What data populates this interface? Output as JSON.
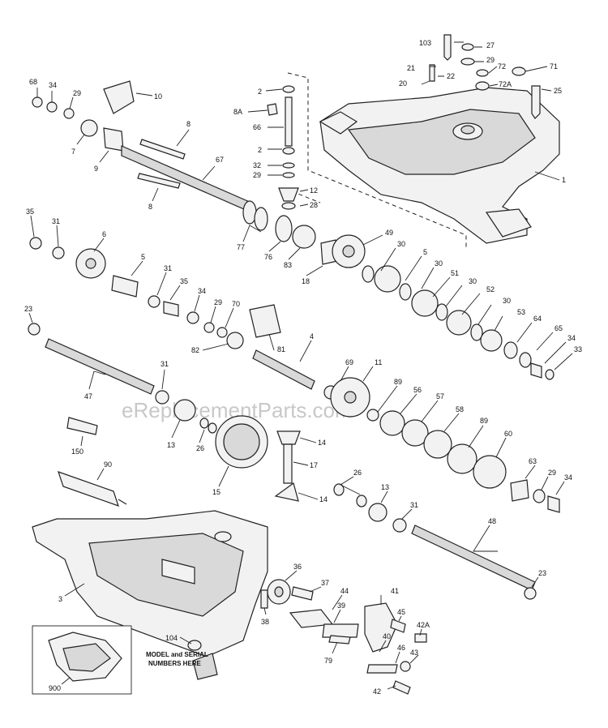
{
  "watermark": "eReplacementParts.com",
  "note_line1": "MODEL and SERIAL",
  "note_line2": "NUMBERS HERE",
  "callouts": [
    {
      "id": "c103",
      "text": "103"
    },
    {
      "id": "c27",
      "text": "27"
    },
    {
      "id": "c29a",
      "text": "29"
    },
    {
      "id": "c72",
      "text": "72"
    },
    {
      "id": "c71",
      "text": "71"
    },
    {
      "id": "c21",
      "text": "21"
    },
    {
      "id": "c22",
      "text": "22"
    },
    {
      "id": "c20",
      "text": "20"
    },
    {
      "id": "c72a",
      "text": "72A"
    },
    {
      "id": "c25",
      "text": "25"
    },
    {
      "id": "c1",
      "text": "1"
    },
    {
      "id": "c68",
      "text": "68"
    },
    {
      "id": "c34a",
      "text": "34"
    },
    {
      "id": "c29b",
      "text": "29"
    },
    {
      "id": "c10",
      "text": "10"
    },
    {
      "id": "c7",
      "text": "7"
    },
    {
      "id": "c9",
      "text": "9"
    },
    {
      "id": "c8a",
      "text": "8"
    },
    {
      "id": "c8b",
      "text": "8"
    },
    {
      "id": "c67",
      "text": "67"
    },
    {
      "id": "c2a",
      "text": "2"
    },
    {
      "id": "c8A",
      "text": "8A"
    },
    {
      "id": "c66",
      "text": "66"
    },
    {
      "id": "c2b",
      "text": "2"
    },
    {
      "id": "c32",
      "text": "32"
    },
    {
      "id": "c29c",
      "text": "29"
    },
    {
      "id": "c12",
      "text": "12"
    },
    {
      "id": "c28",
      "text": "28"
    },
    {
      "id": "c77",
      "text": "77"
    },
    {
      "id": "c76",
      "text": "76"
    },
    {
      "id": "c83a",
      "text": "83"
    },
    {
      "id": "c18",
      "text": "18"
    },
    {
      "id": "c49",
      "text": "49"
    },
    {
      "id": "c35a",
      "text": "35"
    },
    {
      "id": "c31a",
      "text": "31"
    },
    {
      "id": "c6",
      "text": "6"
    },
    {
      "id": "c5a",
      "text": "5"
    },
    {
      "id": "c31b",
      "text": "31"
    },
    {
      "id": "c35b",
      "text": "35"
    },
    {
      "id": "c34b",
      "text": "34"
    },
    {
      "id": "c29d",
      "text": "29"
    },
    {
      "id": "c70",
      "text": "70"
    },
    {
      "id": "c30a",
      "text": "30"
    },
    {
      "id": "c5b",
      "text": "5"
    },
    {
      "id": "c30b",
      "text": "30"
    },
    {
      "id": "c51",
      "text": "51"
    },
    {
      "id": "c30c",
      "text": "30"
    },
    {
      "id": "c52",
      "text": "52"
    },
    {
      "id": "c30d",
      "text": "30"
    },
    {
      "id": "c53",
      "text": "53"
    },
    {
      "id": "c64",
      "text": "64"
    },
    {
      "id": "c65",
      "text": "65"
    },
    {
      "id": "c34c",
      "text": "34"
    },
    {
      "id": "c33",
      "text": "33"
    },
    {
      "id": "c23a",
      "text": "23"
    },
    {
      "id": "c81",
      "text": "81"
    },
    {
      "id": "c4",
      "text": "4"
    },
    {
      "id": "c82",
      "text": "82"
    },
    {
      "id": "c31c",
      "text": "31"
    },
    {
      "id": "c47",
      "text": "47"
    },
    {
      "id": "c69",
      "text": "69"
    },
    {
      "id": "c11",
      "text": "11"
    },
    {
      "id": "c89a",
      "text": "89"
    },
    {
      "id": "c56",
      "text": "56"
    },
    {
      "id": "c57",
      "text": "57"
    },
    {
      "id": "c58",
      "text": "58"
    },
    {
      "id": "c89b",
      "text": "89"
    },
    {
      "id": "c60",
      "text": "60"
    },
    {
      "id": "c150",
      "text": "150"
    },
    {
      "id": "c13a",
      "text": "13"
    },
    {
      "id": "c26a",
      "text": "26"
    },
    {
      "id": "c14a",
      "text": "14"
    },
    {
      "id": "c17",
      "text": "17"
    },
    {
      "id": "c15",
      "text": "15"
    },
    {
      "id": "c90",
      "text": "90"
    },
    {
      "id": "c14b",
      "text": "14"
    },
    {
      "id": "c26b",
      "text": "26"
    },
    {
      "id": "c13b",
      "text": "13"
    },
    {
      "id": "c31d",
      "text": "31"
    },
    {
      "id": "c63",
      "text": "63"
    },
    {
      "id": "c29e",
      "text": "29"
    },
    {
      "id": "c34d",
      "text": "34"
    },
    {
      "id": "c48",
      "text": "48"
    },
    {
      "id": "c23b",
      "text": "23"
    },
    {
      "id": "c3",
      "text": "3"
    },
    {
      "id": "c36",
      "text": "36"
    },
    {
      "id": "c37",
      "text": "37"
    },
    {
      "id": "c44",
      "text": "44"
    },
    {
      "id": "c41",
      "text": "41"
    },
    {
      "id": "c39",
      "text": "39"
    },
    {
      "id": "c38",
      "text": "38"
    },
    {
      "id": "c45",
      "text": "45"
    },
    {
      "id": "c42A",
      "text": "42A"
    },
    {
      "id": "c40",
      "text": "40"
    },
    {
      "id": "c46",
      "text": "46"
    },
    {
      "id": "c43",
      "text": "43"
    },
    {
      "id": "c79",
      "text": "79"
    },
    {
      "id": "c104",
      "text": "104"
    },
    {
      "id": "c42",
      "text": "42"
    },
    {
      "id": "c900",
      "text": "900"
    }
  ]
}
